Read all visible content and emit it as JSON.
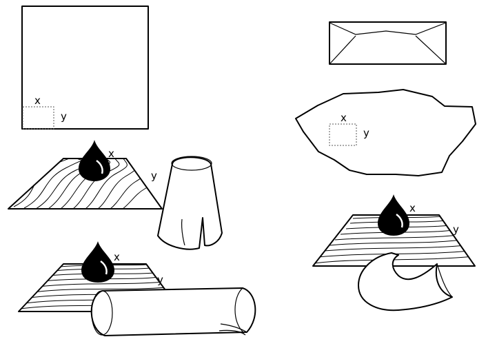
{
  "labels": {
    "sheet_x": "x",
    "sheet_y": "y",
    "wood1_x": "x",
    "wood1_y": "y",
    "wood2_x": "x",
    "wood2_y": "y",
    "fragment_x": "x",
    "fragment_y": "y",
    "wood3_x": "x",
    "wood3_y": "y"
  }
}
